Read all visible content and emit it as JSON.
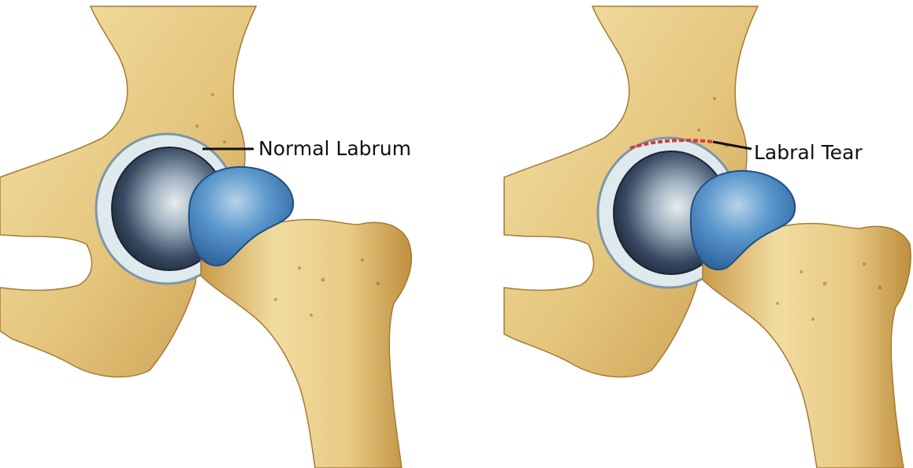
{
  "figure": {
    "panels": [
      {
        "label": "Normal Labrum",
        "condition": "normal"
      },
      {
        "label": "Labral Tear",
        "condition": "tear"
      }
    ],
    "colors": {
      "bone": "#e6cc86",
      "bone_dark": "#b88a3e",
      "cartilage_blue": "#3d7fbd",
      "socket_dark": "#2b3a50",
      "labrum": "#dfeaee",
      "tear_red": "#d63a3a",
      "leader_line": "#111111"
    }
  }
}
